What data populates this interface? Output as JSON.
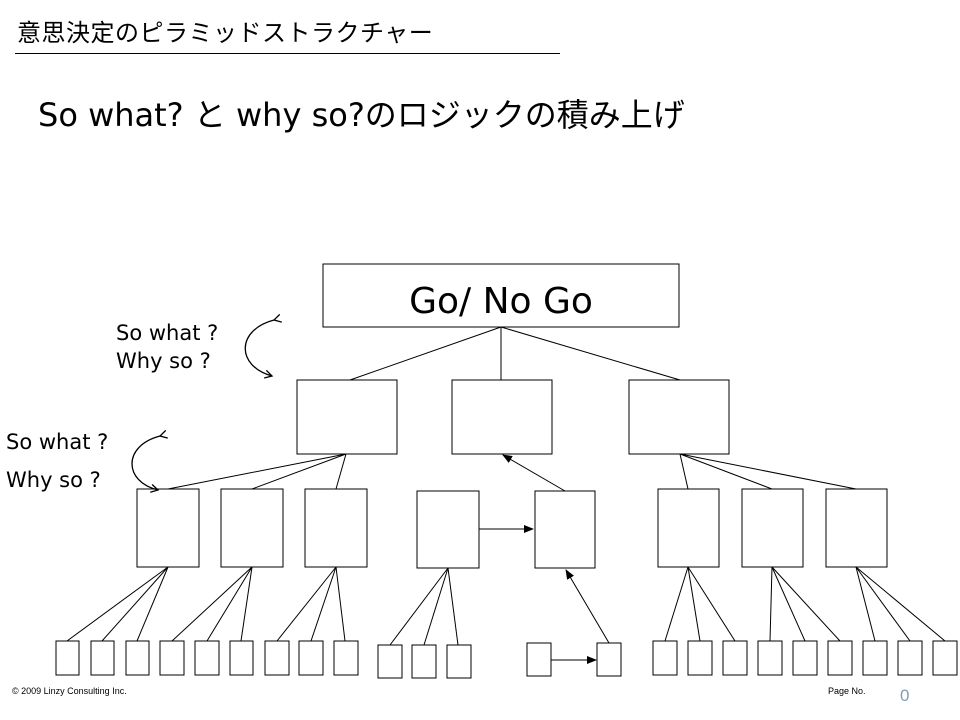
{
  "slide": {
    "heading": "意思決定のピラミッドストラクチャー",
    "subtitle": "So what? と why so?のロジックの積み上げ"
  },
  "diagram": {
    "root_label": "Go/ No Go",
    "note_upper": {
      "line1": "So what ?",
      "line2": "Why so ?"
    },
    "note_lower": {
      "line1": "So what ?",
      "line2": "Why so ?"
    }
  },
  "footer": {
    "copyright": "© 2009 Linzy Consulting Inc.",
    "page_label": "Page No.",
    "page_number": "0"
  }
}
